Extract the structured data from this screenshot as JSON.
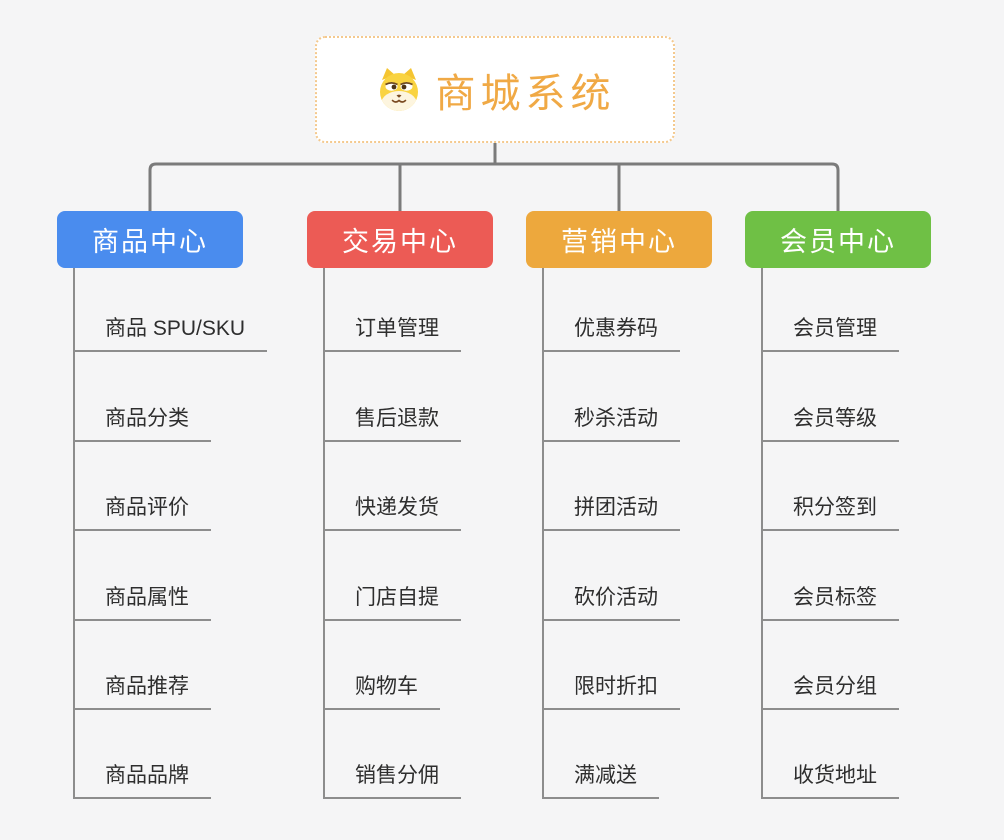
{
  "root": {
    "title": "商城系统",
    "icon": "dog-face-icon"
  },
  "branches": [
    {
      "label": "商品中心",
      "color": "#4A8CEE",
      "children": [
        "商品 SPU/SKU",
        "商品分类",
        "商品评价",
        "商品属性",
        "商品推荐",
        "商品品牌"
      ]
    },
    {
      "label": "交易中心",
      "color": "#EC5B55",
      "children": [
        "订单管理",
        "售后退款",
        "快递发货",
        "门店自提",
        "购物车",
        "销售分佣"
      ]
    },
    {
      "label": "营销中心",
      "color": "#EDA83D",
      "children": [
        "优惠券码",
        "秒杀活动",
        "拼团活动",
        "砍价活动",
        "限时折扣",
        "满减送"
      ]
    },
    {
      "label": "会员中心",
      "color": "#6FC045",
      "children": [
        "会员管理",
        "会员等级",
        "积分签到",
        "会员标签",
        "会员分组",
        "收货地址"
      ]
    }
  ],
  "colors": {
    "background": "#F5F5F6",
    "connector": "#7B7B7B",
    "leaf_line": "#8D8D8D",
    "leaf_text": "#2E2E2E",
    "root_border": "#F4C98E",
    "root_title": "#F0A945"
  }
}
